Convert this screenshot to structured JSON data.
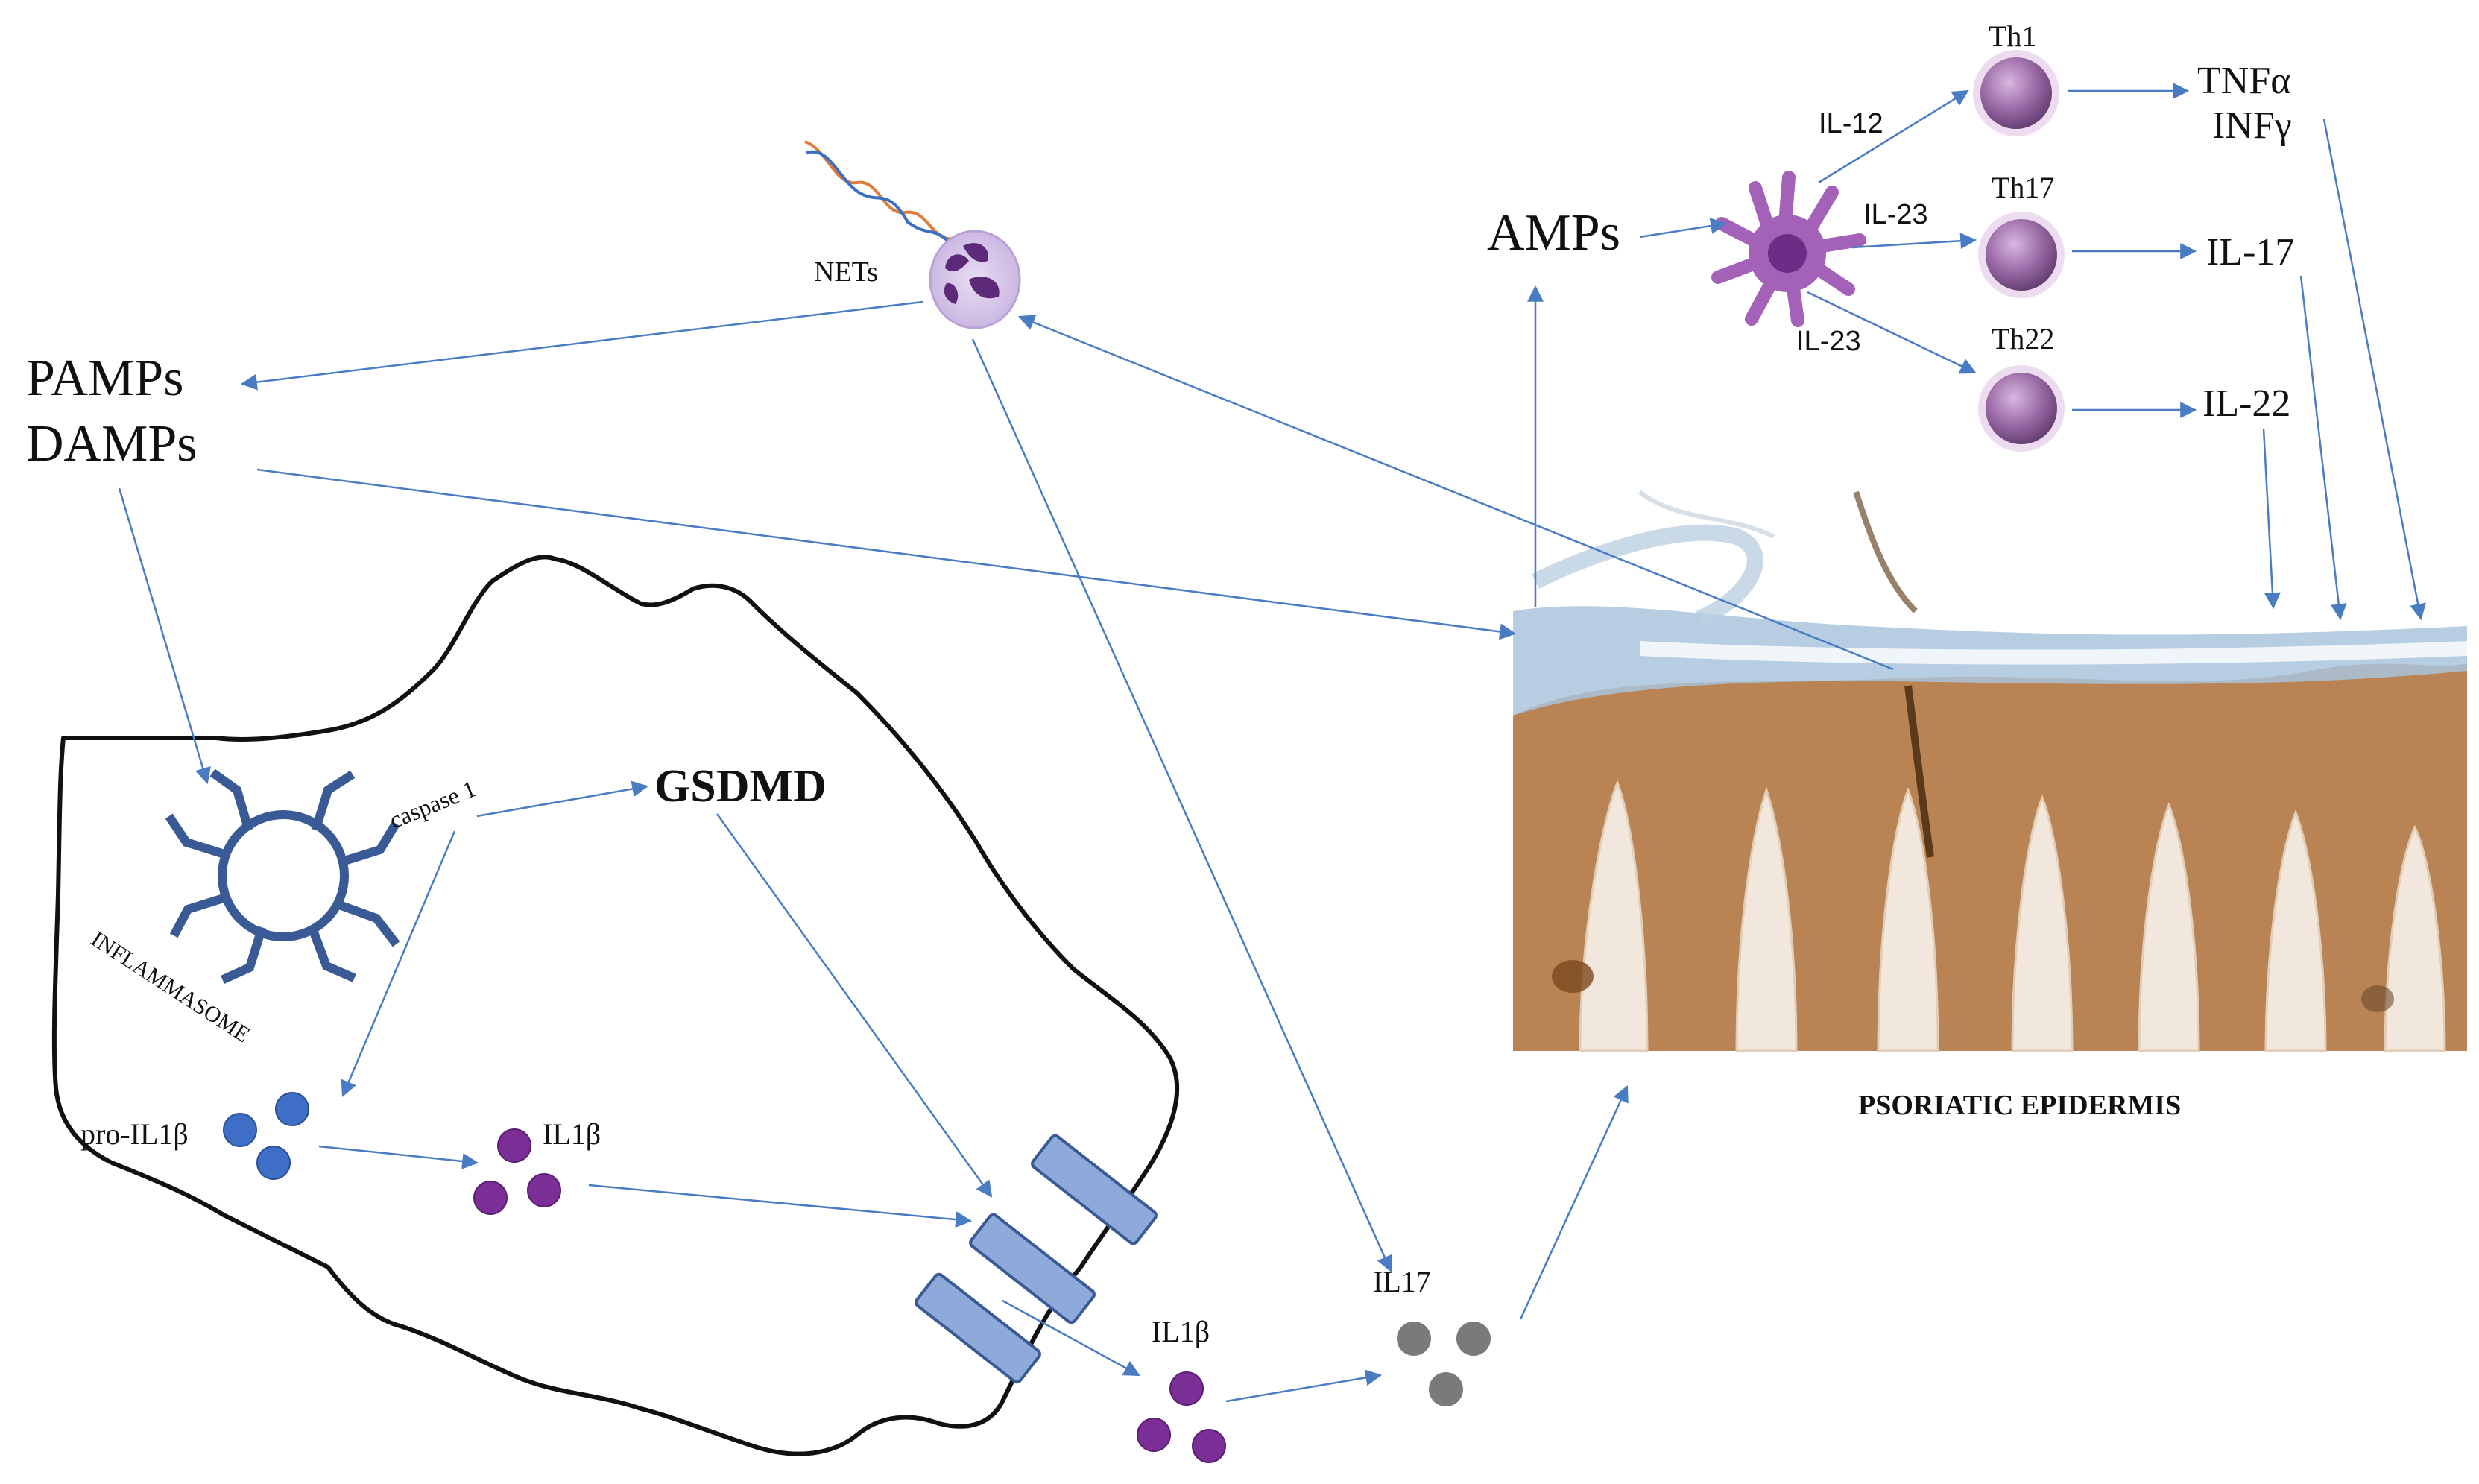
{
  "labels": {
    "pamps": "PAMPs",
    "damps": "DAMPs",
    "nets": "NETs",
    "amps": "AMPs",
    "il12": "IL-12",
    "il23_top": "IL-23",
    "il23_bottom": "IL-23",
    "th1": "Th1",
    "th17": "Th17",
    "th22": "Th22",
    "tnfa": "TNFα",
    "infg": "INFγ",
    "il17_top": "IL-17",
    "il22": "IL-22",
    "caspase": "caspase 1",
    "gsdmd": "GSDMD",
    "inflammasome": "INFLAMMASOME",
    "pro_il1b": "pro-IL1β",
    "il1b_inside": "IL1β",
    "il1b_outside": "IL1β",
    "il17_bottom": "IL17",
    "psoriatic": "PSORIATIC EPIDERMIS"
  },
  "colors": {
    "arrow": "#4a7cc4",
    "inflammasome": "#3a5a96",
    "pro_il1b": "#3f6ec6",
    "il1b": "#7b2f96",
    "il17_dots": "#7a7a7a",
    "pore": "#8eaadb",
    "th_cell": "#9a6aa6",
    "dendritic": "#a461b8",
    "neutrophil": "#d8c8ea",
    "tissue_brown": "#b57f4f",
    "tissue_blue": "#a9c4dd"
  },
  "icons": [
    "inflammasome-icon",
    "neutrophil-icon",
    "dna-strand-icon",
    "dendritic-cell-icon",
    "t-cell-icon",
    "gsdmd-pore-icon",
    "tissue-image"
  ]
}
